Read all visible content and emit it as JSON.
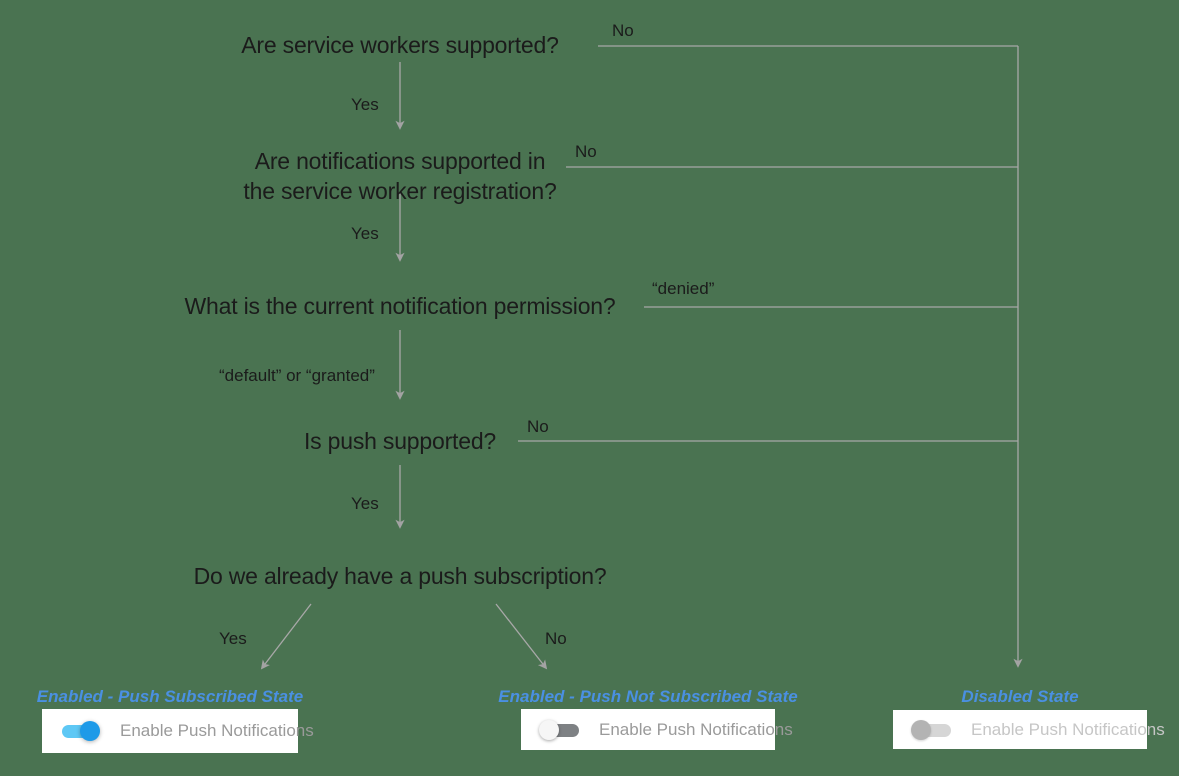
{
  "diagram": {
    "title": "Push notification UI state decision flow",
    "background_color": "#4a7351",
    "line_color": "#a8a8a8",
    "accent_color": "#4a90e2"
  },
  "nodes": [
    {
      "id": "q1",
      "text": "Are service workers supported?"
    },
    {
      "id": "q2",
      "text": "Are notifications supported in\nthe service worker registration?"
    },
    {
      "id": "q3",
      "text": "What is the current notification permission?"
    },
    {
      "id": "q4",
      "text": "Is push supported?"
    },
    {
      "id": "q5",
      "text": "Do we already have a push subscription?"
    }
  ],
  "edge_labels": {
    "q1_no": "No",
    "q1_yes": "Yes",
    "q2_no": "No",
    "q2_yes": "Yes",
    "q3_denied": "“denied”",
    "q3_default_granted": "“default” or “granted”",
    "q4_no": "No",
    "q4_yes": "Yes",
    "q5_yes": "Yes",
    "q5_no": "No"
  },
  "states": [
    {
      "id": "enabled-push-subscribed",
      "label": "Enabled - Push Subscribed State",
      "toggle_state": "on",
      "toggle_label": "Enable Push Notifications"
    },
    {
      "id": "enabled-push-not-subscribed",
      "label": "Enabled - Push Not Subscribed State",
      "toggle_state": "off",
      "toggle_label": "Enable Push Notifications"
    },
    {
      "id": "disabled",
      "label": "Disabled State",
      "toggle_state": "disabled",
      "toggle_label": "Enable Push Notifications"
    }
  ]
}
